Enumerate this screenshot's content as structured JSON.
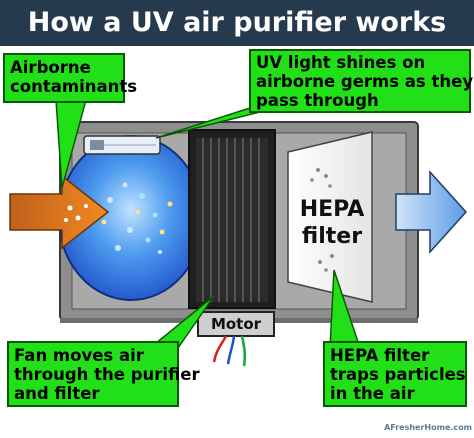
{
  "title": "How a UV air purifier works",
  "callouts": {
    "airborne": "Airborne\ncontaminants",
    "uv_light": "UV light shines on\nairborne germs as they\npass through",
    "fan": "Fan moves air\nthrough the purifier\nand filter",
    "hepa_traps": "HEPA filter\ntraps particles\nin the air"
  },
  "components": {
    "hepa_filter": "HEPA\nfilter",
    "motor": "Motor"
  },
  "credit": "AFresherHome.com",
  "colors": {
    "title_bg": "#263a4d",
    "callout_green": "#22e017",
    "casing_gray": "#8e8e8e",
    "uv_blue": "#2f6fe0",
    "inflow_orange": "#e0771a",
    "outflow_blue": "#7ab0ec"
  },
  "icons": [
    "inflow-arrow-icon",
    "outflow-arrow-icon",
    "uv-lamp-icon",
    "wire-icon"
  ]
}
